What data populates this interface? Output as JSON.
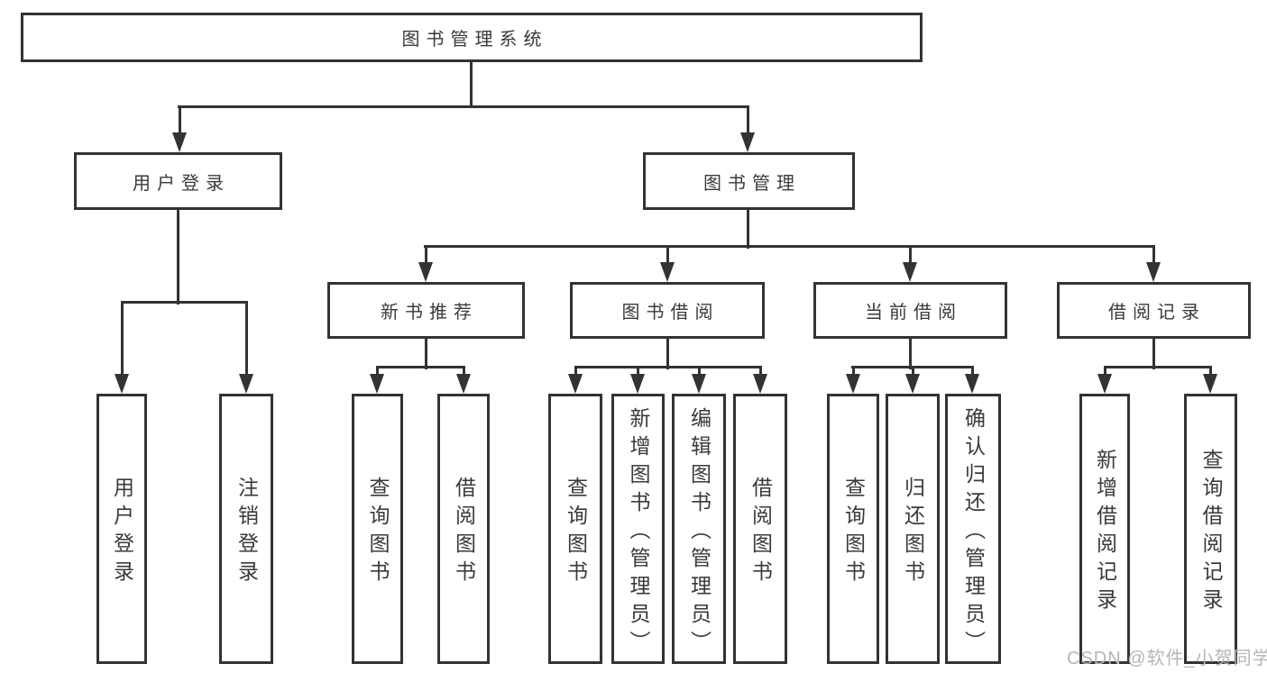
{
  "nodes": {
    "root": {
      "label": "图书管理系统"
    },
    "user_login": {
      "label": "用户登录"
    },
    "book_mgmt": {
      "label": "图书管理"
    },
    "new_book_rec": {
      "label": "新书推荐"
    },
    "book_borrow": {
      "label": "图书借阅"
    },
    "current_borrow": {
      "label": "当前借阅"
    },
    "borrow_records": {
      "label": "借阅记录"
    },
    "leaf_user_login": {
      "label": "用户登录"
    },
    "leaf_logout": {
      "label": "注销登录"
    },
    "leaf_nb_query": {
      "label": "查询图书"
    },
    "leaf_nb_borrow": {
      "label": "借阅图书"
    },
    "leaf_bb_query": {
      "label": "查询图书"
    },
    "leaf_bb_add": {
      "label": "新增图书（管理员）"
    },
    "leaf_bb_edit": {
      "label": "编辑图书（管理员）"
    },
    "leaf_bb_borrow": {
      "label": "借阅图书"
    },
    "leaf_cb_query": {
      "label": "查询图书"
    },
    "leaf_cb_return": {
      "label": "归还图书"
    },
    "leaf_cb_confirm": {
      "label": "确认归还（管理员）"
    },
    "leaf_rec_add": {
      "label": "新增借阅记录"
    },
    "leaf_rec_query": {
      "label": "查询借阅记录"
    }
  },
  "watermark": {
    "text": "CSDN @软件_小贺同学"
  },
  "colors": {
    "line": "#333333",
    "text": "#3a3a3a",
    "watermark": "#b5b5b5",
    "background": "#ffffff"
  }
}
